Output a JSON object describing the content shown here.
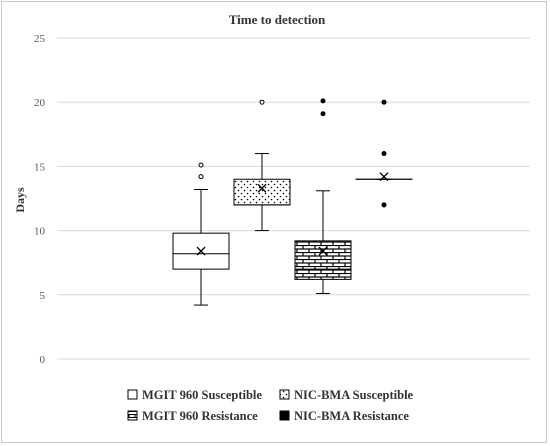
{
  "chart_data": {
    "type": "box",
    "title": "Time to detection",
    "xlabel": "",
    "ylabel": "Days",
    "ylim": [
      0,
      25
    ],
    "yticks": [
      0,
      5,
      10,
      15,
      20,
      25
    ],
    "grid": true,
    "legend_position": "bottom",
    "series": [
      {
        "name": "MGIT 960 Susceptible",
        "pattern": "none",
        "min": 4.2,
        "q1": 7.0,
        "median": 8.2,
        "q3": 9.8,
        "max": 13.2,
        "mean": 8.4,
        "outliers": [
          14.2,
          15.1
        ],
        "outlier_style": "open"
      },
      {
        "name": "NIC-BMA Susceptible",
        "pattern": "dots",
        "min": 10.0,
        "q1": 12.0,
        "median": 12.0,
        "q3": 14.0,
        "max": 16.0,
        "mean": 13.3,
        "outliers": [
          20.0
        ],
        "outlier_style": "open"
      },
      {
        "name": "MGIT 960 Resistance",
        "pattern": "brick",
        "min": 5.1,
        "q1": 6.2,
        "median": 7.0,
        "q3": 9.2,
        "max": 13.1,
        "mean": 8.4,
        "outliers": [
          19.1,
          20.1
        ],
        "outlier_style": "filled"
      },
      {
        "name": "NIC-BMA Resistance",
        "pattern": "solid",
        "min": 14.0,
        "q1": 14.0,
        "median": 14.0,
        "q3": 14.0,
        "max": 14.0,
        "mean": 14.2,
        "outliers": [
          12.0,
          16.0,
          20.0
        ],
        "outlier_style": "filled"
      }
    ]
  }
}
